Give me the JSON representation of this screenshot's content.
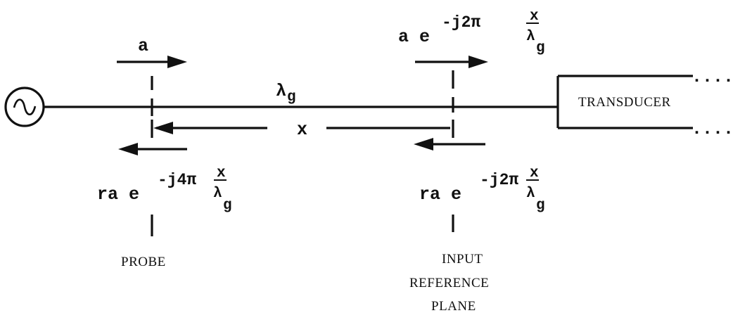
{
  "diagram": {
    "source_symbol": "sine-source-icon",
    "transducer_label": "TRANSDUCER",
    "wavelength_label": "λ",
    "wavelength_subscript": "g",
    "distance_label": "x",
    "probe": {
      "incident_label": "a",
      "reflected_prefix": "ra e",
      "reflected_exponent": "-j4π",
      "fraction_num": "x",
      "fraction_den": "λ",
      "fraction_den_sub": "g",
      "name": "PROBE"
    },
    "reference_plane": {
      "incident_prefix": "a e",
      "incident_exponent": "-j2π",
      "reflected_prefix": "ra e",
      "reflected_exponent": "-j2π",
      "fraction_num": "x",
      "fraction_den": "λ",
      "fraction_den_sub": "g",
      "name_line1": "INPUT",
      "name_line2": "REFERENCE",
      "name_line3": "PLANE"
    },
    "continuation": "...."
  }
}
